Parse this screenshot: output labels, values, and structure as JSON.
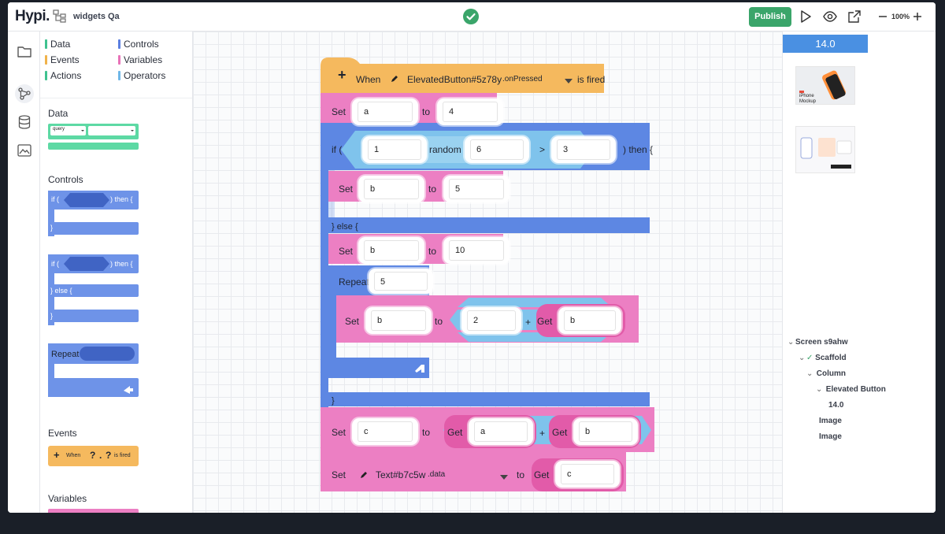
{
  "app": {
    "logo": "Hypi.",
    "project_name": "widgets Qa",
    "publish_label": "Publish",
    "zoom": "100%"
  },
  "palette": {
    "categories": [
      {
        "label": "Data",
        "color": "#3ec28f"
      },
      {
        "label": "Controls",
        "color": "#5b7fe0"
      },
      {
        "label": "Events",
        "color": "#f0b24a"
      },
      {
        "label": "Variables",
        "color": "#e872b8"
      },
      {
        "label": "Actions",
        "color": "#3ec28f"
      },
      {
        "label": "Operators",
        "color": "#6fb7e8"
      }
    ],
    "sections": {
      "data": "Data",
      "controls": "Controls",
      "events": "Events",
      "variables": "Variables"
    },
    "mini": {
      "query": "query",
      "if": "if (",
      "then": ") then {",
      "close": "}",
      "else": "} else {",
      "repeat": "Repeat",
      "event": "When",
      "event_q1": "?",
      "event_dot": ".",
      "event_q2": "?",
      "event_fired": "is fired"
    }
  },
  "canvas": {
    "event": {
      "when": "When",
      "target": "ElevatedButton#5z78y",
      "prop": ".onPressed",
      "fired": "is fired"
    },
    "set_a": {
      "set": "Set",
      "var": "a",
      "to": "to",
      "value": "4"
    },
    "if_block": {
      "if": "if (",
      "lhs": "1",
      "random": "random",
      "rhs": "6",
      "op": ">",
      "cmp": "3",
      "then": ") then {"
    },
    "set_b1": {
      "set": "Set",
      "var": "b",
      "to": "to",
      "value": "5"
    },
    "else": "} else {",
    "set_b2": {
      "set": "Set",
      "var": "b",
      "to": "to",
      "value": "10"
    },
    "repeat": {
      "label": "Repeat",
      "count": "5"
    },
    "set_b3": {
      "set": "Set",
      "var": "b",
      "to": "to",
      "lhs": "2",
      "plus": "+",
      "get": "Get",
      "getvar": "b"
    },
    "close": "}",
    "set_c": {
      "set": "Set",
      "var": "c",
      "to": "to",
      "get1": "Get",
      "var1": "a",
      "plus": "+",
      "get2": "Get",
      "var2": "b"
    },
    "set_text": {
      "set": "Set",
      "target": "Text#b7c5w",
      "prop": ".data",
      "to": "to",
      "get": "Get",
      "var": "c"
    }
  },
  "right": {
    "preview_value": "14.0",
    "thumb1_label": "iPhone Mockup",
    "layers": [
      {
        "label": "Screen s9ahw",
        "check": false
      },
      {
        "label": "Scaffold",
        "check": true
      },
      {
        "label": "Column",
        "check": false
      },
      {
        "label": "Elevated Button",
        "check": false
      },
      {
        "label": "14.0",
        "check": false
      },
      {
        "label": "Image",
        "check": false
      },
      {
        "label": "Image",
        "check": false
      }
    ]
  },
  "colors": {
    "event": "#f5b95e",
    "variable": "#ec7fc3",
    "control": "#5d87e3",
    "operator": "#7fc3ec",
    "data": "#5dd9a4"
  }
}
